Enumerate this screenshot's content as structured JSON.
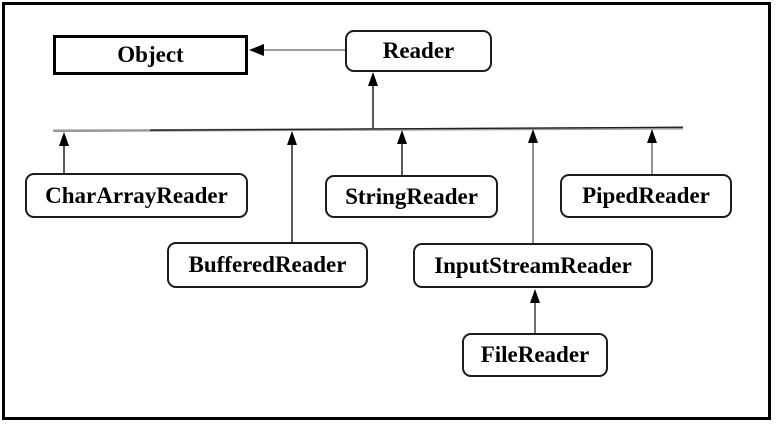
{
  "diagram": {
    "type": "class-hierarchy",
    "nodes": {
      "object": {
        "label": "Object",
        "shape": "rectangle"
      },
      "reader": {
        "label": "Reader",
        "shape": "rounded-rectangle"
      },
      "chararrayreader": {
        "label": "CharArrayReader",
        "shape": "rounded-rectangle"
      },
      "stringreader": {
        "label": "StringReader",
        "shape": "rounded-rectangle"
      },
      "pipedreader": {
        "label": "PipedReader",
        "shape": "rounded-rectangle"
      },
      "bufferedreader": {
        "label": "BufferedReader",
        "shape": "rounded-rectangle"
      },
      "inputstreamreader": {
        "label": "InputStreamReader",
        "shape": "rounded-rectangle"
      },
      "filereader": {
        "label": "FileReader",
        "shape": "rounded-rectangle"
      }
    },
    "edges": [
      {
        "from": "Reader",
        "to": "Object",
        "style": "arrow-left"
      },
      {
        "from": "CharArrayReader",
        "to": "Reader",
        "style": "arrow-up-via-bus"
      },
      {
        "from": "BufferedReader",
        "to": "Reader",
        "style": "arrow-up-via-bus"
      },
      {
        "from": "StringReader",
        "to": "Reader",
        "style": "arrow-up-via-bus"
      },
      {
        "from": "InputStreamReader",
        "to": "Reader",
        "style": "arrow-up-via-bus"
      },
      {
        "from": "PipedReader",
        "to": "Reader",
        "style": "arrow-up-via-bus"
      },
      {
        "from": "FileReader",
        "to": "InputStreamReader",
        "style": "arrow-up"
      }
    ],
    "colors": {
      "background": "#ffffff",
      "frame_border": "#000000",
      "box_border": "#1c1c1c",
      "text": "#000000",
      "bus_line_gray": "#9a9a9a",
      "bus_line_dark": "#1f1f1f",
      "shaft_dark": "#2f2f2f",
      "shaft_gray": "#858585",
      "arrowhead": "#000000"
    }
  }
}
